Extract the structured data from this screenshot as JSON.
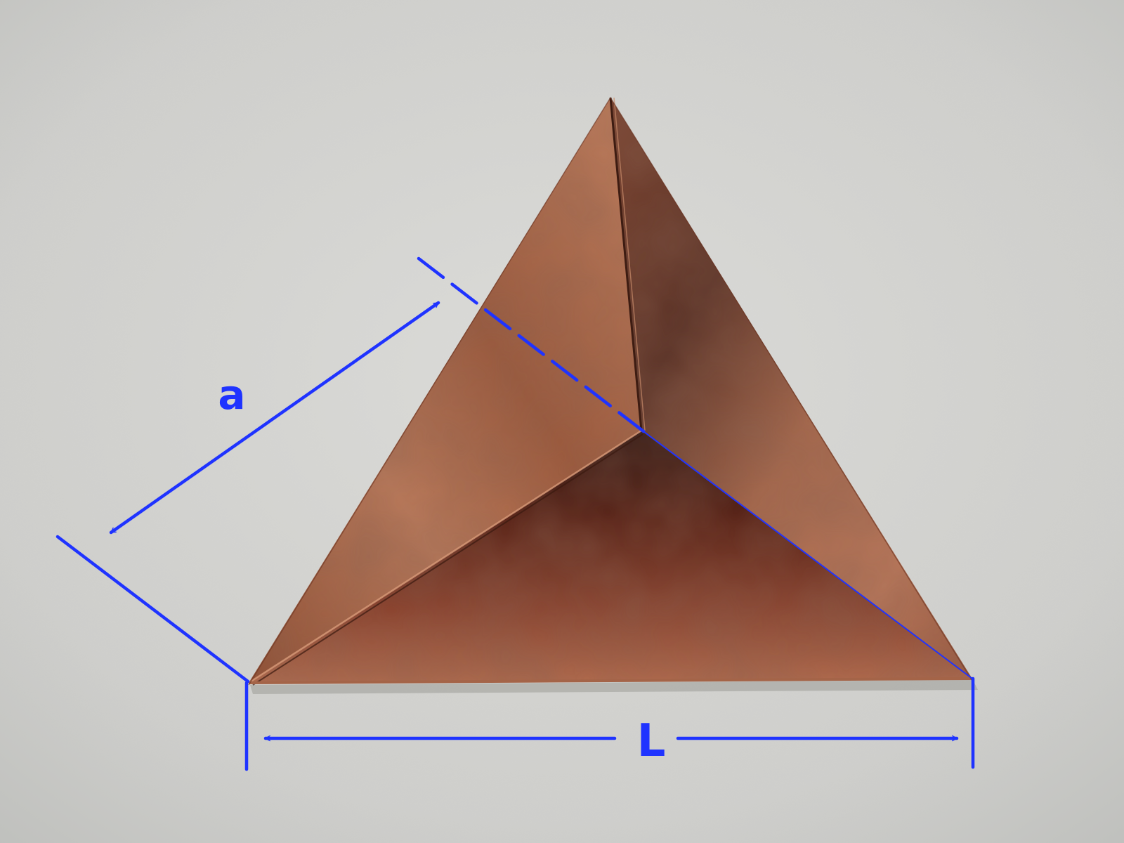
{
  "photo": {
    "subject": "copper-corner-reflector",
    "wall_color": "#d3d3d0",
    "copper_color": "#a8674a",
    "copper_dark": "#5a2a1c"
  },
  "annotations": {
    "color": "#1f33ff",
    "edge_label": "a",
    "base_label": "L"
  }
}
